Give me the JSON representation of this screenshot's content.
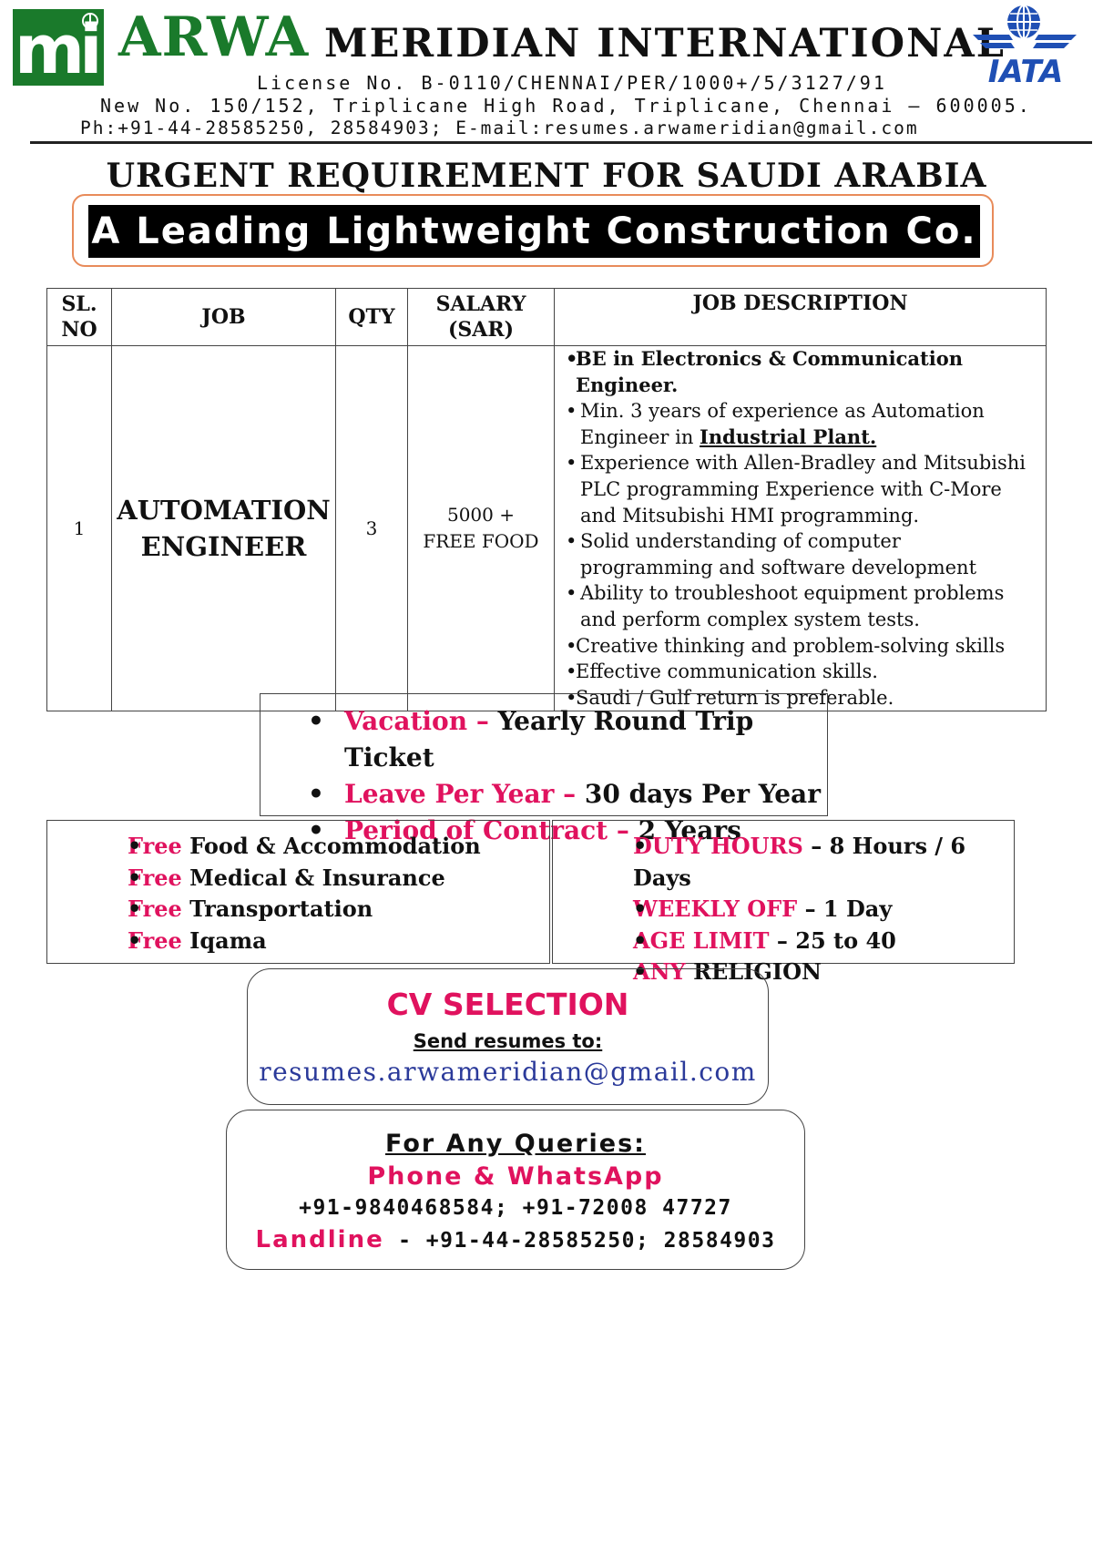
{
  "header": {
    "logo_text": "mi",
    "brand_arwa": "ARWA",
    "brand_rest": "MERIDIAN INTERNATIONAL",
    "iata_text": "IATA",
    "license": "License No. B-0110/CHENNAI/PER/1000+/5/3127/91",
    "address": "New No. 150/152, Triplicane High Road, Triplicane, Chennai – 600005.",
    "contact": "Ph:+91-44-28585250, 28584903; E-mail:resumes.arwameridian@gmail.com"
  },
  "headline": "URGENT REQUIREMENT FOR SAUDI ARABIA",
  "company": "A Leading Lightweight Construction Co.",
  "table": {
    "headers": {
      "sl_no": "SL. NO",
      "job": "JOB",
      "qty": "QTY",
      "salary": "SALARY (SAR)",
      "description": "JOB DESCRIPTION"
    },
    "row": {
      "sl_no": "1",
      "job": "AUTOMATION ENGINEER",
      "qty": "3",
      "salary": "5000 + FREE FOOD",
      "description": [
        "BE in Electronics & Communication Engineer.",
        "Min. 3 years of experience as Automation Engineer in",
        "Industrial Plant.",
        "Experience with Allen-Bradley and Mitsubishi PLC programming Experience with C-More and Mitsubishi HMI programming.",
        "Solid understanding of computer programming and software development",
        "Ability to troubleshoot equipment problems and perform complex system tests.",
        "Creative thinking and problem-solving skills",
        "Effective communication skills.",
        "Saudi / Gulf return is preferable."
      ]
    }
  },
  "terms": [
    {
      "key": "Vacation –",
      "value": "Yearly Round Trip Ticket"
    },
    {
      "key": "Leave Per Year –",
      "value": "30 days Per Year"
    },
    {
      "key": "Period of Contract –",
      "value": "2 Years"
    }
  ],
  "benefits_left": [
    {
      "key": "Free",
      "value": "Food & Accommodation"
    },
    {
      "key": "Free",
      "value": "Medical & Insurance"
    },
    {
      "key": "Free",
      "value": "Transportation"
    },
    {
      "key": "Free",
      "value": "Iqama"
    }
  ],
  "benefits_right": [
    {
      "key": "DUTY HOURS",
      "value": "– 8 Hours / 6 Days"
    },
    {
      "key": "WEEKLY OFF",
      "value": "– 1 Day"
    },
    {
      "key": "AGE LIMIT",
      "value": "– 25 to 40"
    },
    {
      "key": "ANY",
      "value": "RELIGION"
    }
  ],
  "cv": {
    "title": "CV SELECTION",
    "send_label": "Send resumes to:",
    "email": "resumes.arwameridian@gmail.com"
  },
  "queries": {
    "title": "For Any Queries:",
    "phone_label": "Phone & WhatsApp",
    "phones": "+91-9840468584; +91-72008 47727",
    "landline_label": "Landline",
    "landline": " - +91-44-28585250; 28584903"
  },
  "colors": {
    "brand_green": "#1a7a2b",
    "accent_pink": "#e0125e",
    "iata_blue": "#1f4fb4",
    "email_blue": "#2b3a9a",
    "frame_orange": "#e88b5a"
  }
}
